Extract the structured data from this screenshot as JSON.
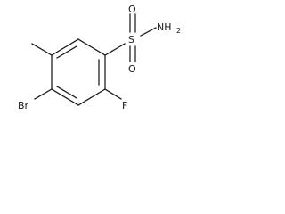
{
  "molecule": {
    "atoms": {
      "sulfur": "S",
      "oxygen_top": "O",
      "oxygen_bottom": "O",
      "amine_n": "NH",
      "amine_sub": "2",
      "bromine": "Br",
      "fluorine": "F"
    }
  }
}
